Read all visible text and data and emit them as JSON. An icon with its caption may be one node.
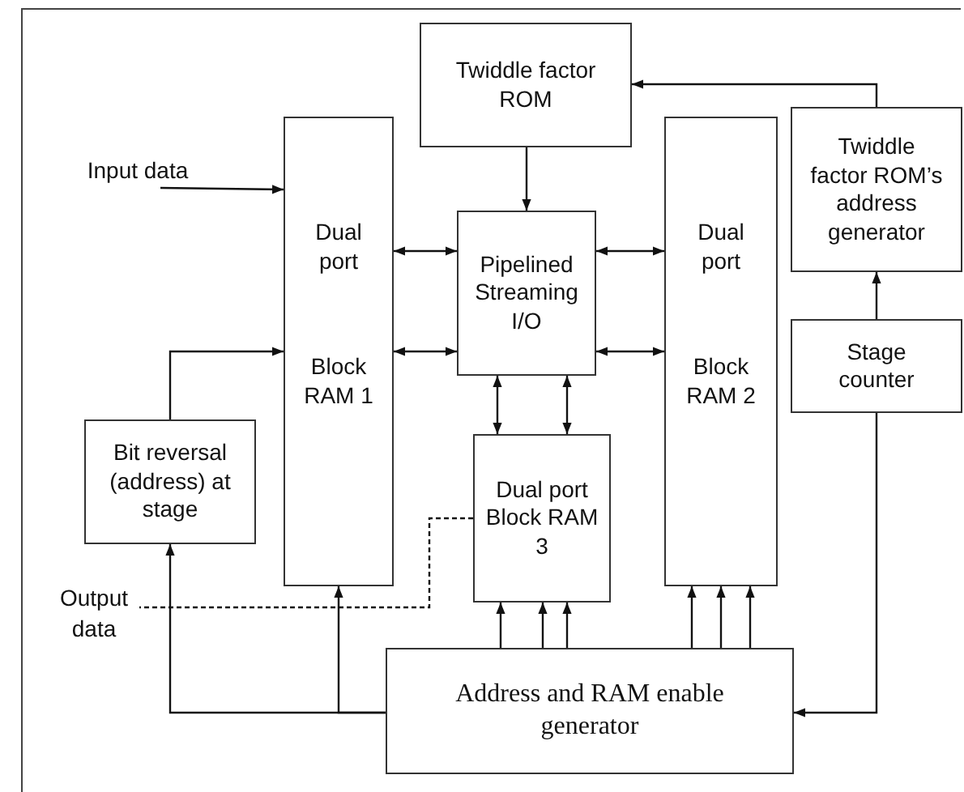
{
  "diagram": {
    "nodes": [
      {
        "text": [
          "Twiddle factor ROM"
        ]
      },
      {
        "text": [
          "Input data"
        ]
      },
      {
        "text": [
          "Dual port",
          "Block RAM 1"
        ]
      },
      {
        "text": [
          "Pipelined Streaming I/O"
        ]
      },
      {
        "text": [
          "Dual port",
          "Block RAM 2"
        ]
      },
      {
        "text": [
          "Twiddle factor ROM’s address generator"
        ]
      },
      {
        "text": [
          "Stage counter"
        ]
      },
      {
        "text": [
          "Bit reversal (address) at stage"
        ]
      },
      {
        "text": [
          "Dual port Block RAM 3"
        ]
      },
      {
        "text": [
          "Output data"
        ]
      },
      {
        "text": [
          "Address and RAM enable generator"
        ]
      }
    ],
    "edges": [
      {
        "from": 1,
        "to": 2,
        "arrow": "to"
      },
      {
        "from": 7,
        "to": 2,
        "arrow": "to"
      },
      {
        "from": 0,
        "to": 3,
        "arrow": "to"
      },
      {
        "from": 2,
        "to": 3,
        "arrow": "both"
      },
      {
        "from": 2,
        "to": 3,
        "arrow": "both"
      },
      {
        "from": 3,
        "to": 4,
        "arrow": "both"
      },
      {
        "from": 3,
        "to": 4,
        "arrow": "both"
      },
      {
        "from": 3,
        "to": 8,
        "arrow": "both"
      },
      {
        "from": 3,
        "to": 8,
        "arrow": "both"
      },
      {
        "from": 10,
        "to": 8,
        "arrow": "to"
      },
      {
        "from": 10,
        "to": 8,
        "arrow": "to"
      },
      {
        "from": 10,
        "to": 8,
        "arrow": "to"
      },
      {
        "from": 10,
        "to": 4,
        "arrow": "to"
      },
      {
        "from": 10,
        "to": 4,
        "arrow": "to"
      },
      {
        "from": 10,
        "to": 4,
        "arrow": "to"
      },
      {
        "from": 10,
        "to": 7,
        "arrow": "to"
      },
      {
        "from": 10,
        "to": 2,
        "arrow": "to"
      },
      {
        "from": 5,
        "to": 0,
        "arrow": "to"
      },
      {
        "from": 6,
        "to": 5,
        "arrow": "to"
      },
      {
        "from": 6,
        "to": 10,
        "arrow": "to"
      },
      {
        "from": 8,
        "to": 9,
        "arrow": "none",
        "style": "dashed"
      }
    ]
  }
}
